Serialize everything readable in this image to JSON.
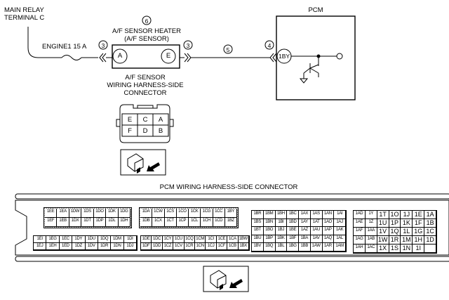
{
  "diagram": {
    "labels": {
      "main_relay": "MAIN RELAY",
      "terminal_c": "TERMINAL C",
      "fuse": "ENGINE1 15 A",
      "heater_line1": "A/F SENSOR HEATER",
      "heater_line2": "(A/F SENSOR)",
      "sensor_line1": "A/F SENSOR",
      "sensor_line2": "WIRING HARNESS-SIDE",
      "sensor_line3": "CONNECTOR",
      "pcm": "PCM",
      "pcm_connector_title": "PCM WIRING HARNESS-SIDE CONNECTOR"
    },
    "markers": {
      "m3a": "3",
      "m3b": "3",
      "m4": "4",
      "m5": "5",
      "m6": "6"
    },
    "terminals": {
      "sensor_a": "A",
      "sensor_e": "E",
      "pcm_1by": "1BY"
    },
    "sensor_connector": [
      "E",
      "C",
      "A",
      "F",
      "D",
      "B"
    ],
    "pcm_connector": {
      "block1_top": [
        [
          "1EE",
          "1EA",
          "1DW",
          "1DS",
          "1DO",
          "1DK",
          "1DG"
        ],
        [
          "1EF",
          "1EB",
          "1DX",
          "1DT",
          "1DP",
          "1DL",
          "1DH"
        ]
      ],
      "block1_bottom": [
        [
          "1EI",
          "1EG",
          "1EC",
          "1DY",
          "1DU",
          "1DQ",
          "1DM",
          "1DI"
        ],
        [
          "1EJ",
          "1EH",
          "1ED",
          "1DZ",
          "1DV",
          "1DR",
          "1DN",
          "1DJ"
        ]
      ],
      "block2_top": [
        [
          "1DA",
          "1CW",
          "1CS",
          "1CO",
          "1CK",
          "1CG",
          "1CC",
          "1BY"
        ],
        [
          "1DB",
          "1CX",
          "1CT",
          "1CP",
          "1CL",
          "1CH",
          "1CD",
          "1BZ"
        ]
      ],
      "block2_bottom": [
        [
          "1DE",
          "1DC",
          "1CY",
          "1CU",
          "1CQ",
          "1CM",
          "1CI",
          "1CE",
          "1CA",
          "1BW"
        ],
        [
          "1DF",
          "1DD",
          "1CZ",
          "1CV",
          "1CR",
          "1CN",
          "1CJ",
          "1CF",
          "1CB",
          "1BX"
        ]
      ],
      "block3": [
        [
          "1BR",
          "1BM",
          "1BH",
          "1BC",
          "1AX",
          "1AS",
          "1AN",
          "1AI"
        ],
        [
          "1BS",
          "1BN",
          "1BI",
          "1BD",
          "1AY",
          "1AT",
          "1AO",
          "1AJ"
        ],
        [
          "1BT",
          "1BO",
          "1BJ",
          "1BE",
          "1AZ",
          "1AU",
          "1AP",
          "1AK"
        ],
        [
          "1BU",
          "1BP",
          "1BK",
          "1BF",
          "1BA",
          "1AV",
          "1AQ",
          "1AL"
        ],
        [
          "1BV",
          "1BQ",
          "1BL",
          "1BG",
          "1BB",
          "1AW",
          "1AR",
          "1AM"
        ]
      ],
      "block4": [
        [
          "1AD",
          "1Y",
          "1T",
          "1O",
          "1J",
          "1E",
          "1A"
        ],
        [
          "1AE",
          "1Z",
          "1U",
          "1P",
          "1K",
          "1F",
          "1B"
        ],
        [
          "1AF",
          "1AA",
          "1V",
          "1Q",
          "1L",
          "1G",
          "1C"
        ],
        [
          "1AG",
          "1AB",
          "1W",
          "1R",
          "1M",
          "1H",
          "1D"
        ],
        [
          "1AH",
          "1AC",
          "1X",
          "1S",
          "1N",
          "1I",
          ""
        ]
      ]
    }
  }
}
